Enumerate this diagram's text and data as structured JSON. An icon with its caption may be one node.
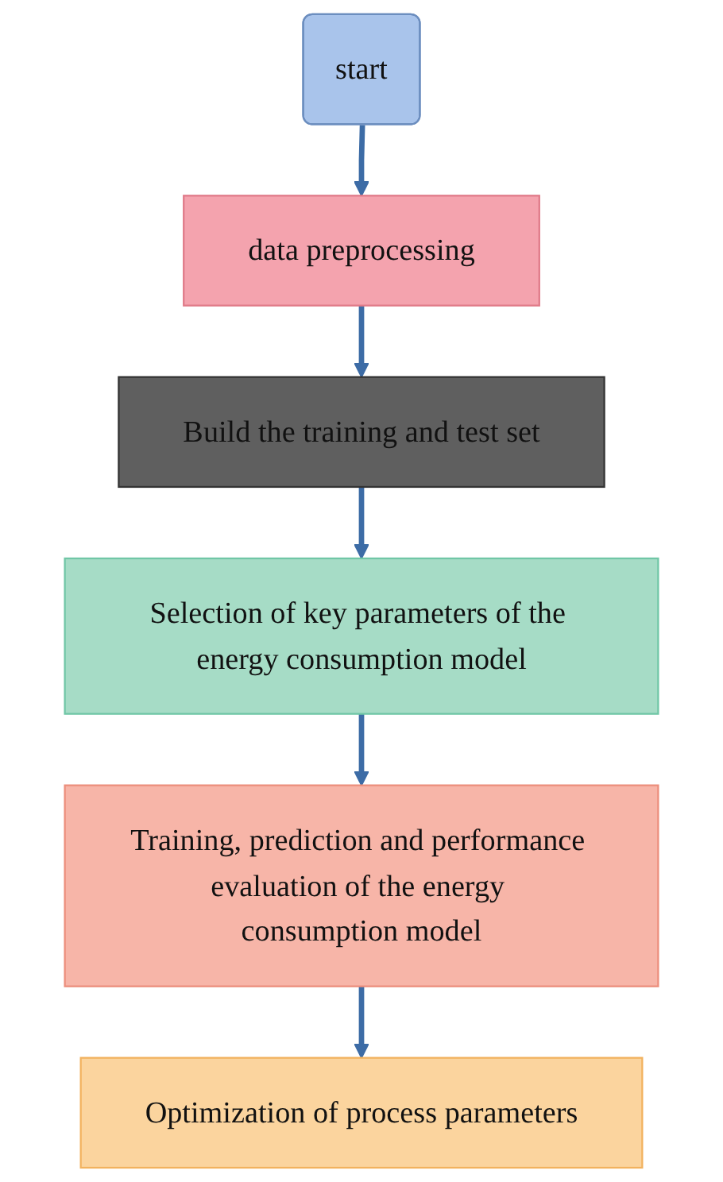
{
  "diagram": {
    "nodes": [
      {
        "text": [
          "start"
        ]
      },
      {
        "text": [
          "data preprocessing"
        ]
      },
      {
        "text": [
          "Build the training and test set"
        ]
      },
      {
        "text": [
          "Selection of key parameters of the energy consumption model"
        ]
      },
      {
        "text": [
          "Training, prediction and performance evaluation of the energy consumption model"
        ]
      },
      {
        "text": [
          "Optimization of process parameters"
        ]
      }
    ],
    "edges": [
      {
        "from": 0,
        "to": 1,
        "arrow": "to"
      },
      {
        "from": 1,
        "to": 2,
        "arrow": "to"
      },
      {
        "from": 2,
        "to": 3,
        "arrow": "to"
      },
      {
        "from": 3,
        "to": 4,
        "arrow": "to"
      },
      {
        "from": 4,
        "to": 5,
        "arrow": "to"
      }
    ]
  }
}
